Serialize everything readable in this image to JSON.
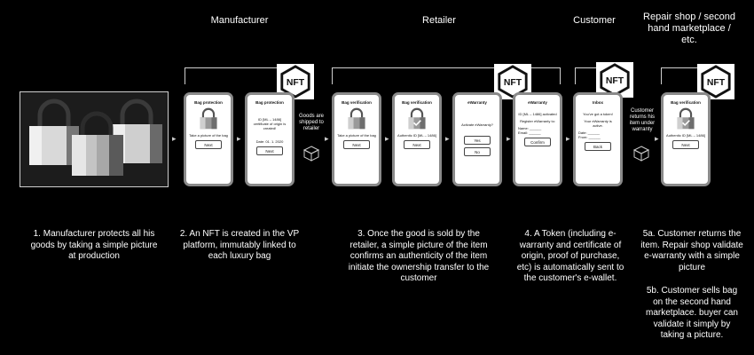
{
  "headers": {
    "manufacturer": "Manufacturer",
    "retailer": "Retailer",
    "customer": "Customer",
    "repair": "Repair shop / second hand marketplace / etc."
  },
  "nft_label": "NFT",
  "photo_caption": "",
  "phones": {
    "p1": {
      "title": "Bag protection",
      "body": "Take a picture of the bag",
      "button": "Next"
    },
    "p2": {
      "title": "Bag protection",
      "body": "ID [ML – 1486] certificate of origin is created!",
      "date": "Date: 01. 1. 2020",
      "button": "Next"
    },
    "p3": {
      "title": "Bag verification",
      "body": "Take a picture of the bag",
      "button": "Next"
    },
    "p4": {
      "title": "Bag verification",
      "body": "Authentic ID [ML – 1486]",
      "button": "Next"
    },
    "p5": {
      "title": "eWarranty",
      "body": "Activate eWarranty?",
      "yes": "Yes",
      "no": "No"
    },
    "p6": {
      "title": "eWarranty",
      "body": "ID [ML – 1486] activated",
      "register": "Register eWarranty to:",
      "name": "Name: ______",
      "email": "Email: ______",
      "button": "Confirm"
    },
    "p7": {
      "title": "Inbox",
      "body": "You've got a token!",
      "body2": "Your eWarranty is active.",
      "date": "Date: ______",
      "from": "From: ______",
      "button": "Back"
    },
    "p8": {
      "title": "Bag verification",
      "body": "Authentic ID [ML – 1486]",
      "button": "Next"
    }
  },
  "shipped_label": "Goods are shipped to retailer",
  "returns_label": "Customer returns his item under warranty",
  "descriptions": {
    "d1": "1. Manufacturer protects all his goods by taking a simple picture at production",
    "d2": "2.  An NFT is created in the VP platform, immutably linked to each luxury bag",
    "d3": "3. Once the good is sold by the retailer, a simple picture of the item confirms an authenticity of the item initiate the ownership transfer to the customer",
    "d4": "4. A Token (including e-warranty and certificate of origin, proof of purchase, etc) is automatically sent to the customer's e-wallet.",
    "d5a": "5a. Customer returns the item. Repair shop validate e-warranty with a simple picture",
    "d5b": "5b. Customer sells bag on the second hand marketplace. buyer can validate it simply by taking a picture."
  }
}
